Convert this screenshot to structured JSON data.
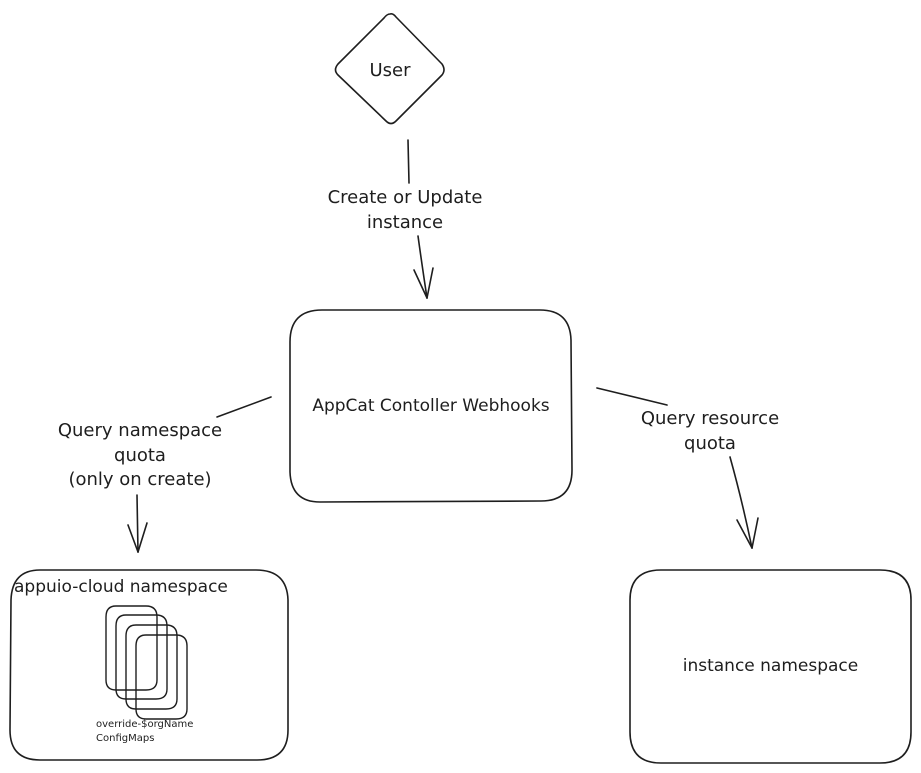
{
  "diagram": {
    "nodes": {
      "user": {
        "label": "User",
        "shape": "diamond"
      },
      "webhooks": {
        "label": "AppCat Contoller Webhooks",
        "shape": "rounded-rectangle"
      },
      "appuio_ns": {
        "label": "appuio-cloud namespace",
        "shape": "rounded-rectangle",
        "contents": {
          "stack_count": 4,
          "caption_line1": "override-$orgName",
          "caption_line2": "ConfigMaps"
        }
      },
      "instance_ns": {
        "label": "instance namespace",
        "shape": "rounded-rectangle"
      }
    },
    "edges": [
      {
        "from": "user",
        "to": "webhooks",
        "label_line1": "Create or Update",
        "label_line2": "instance"
      },
      {
        "from": "webhooks",
        "to": "appuio_ns",
        "label_line1": "Query namespace",
        "label_line2": "quota",
        "label_line3": "(only on create)"
      },
      {
        "from": "webhooks",
        "to": "instance_ns",
        "label_line1": "Query resource",
        "label_line2": "quota"
      }
    ],
    "stroke_color": "#1e1e1e",
    "background": "#ffffff"
  }
}
